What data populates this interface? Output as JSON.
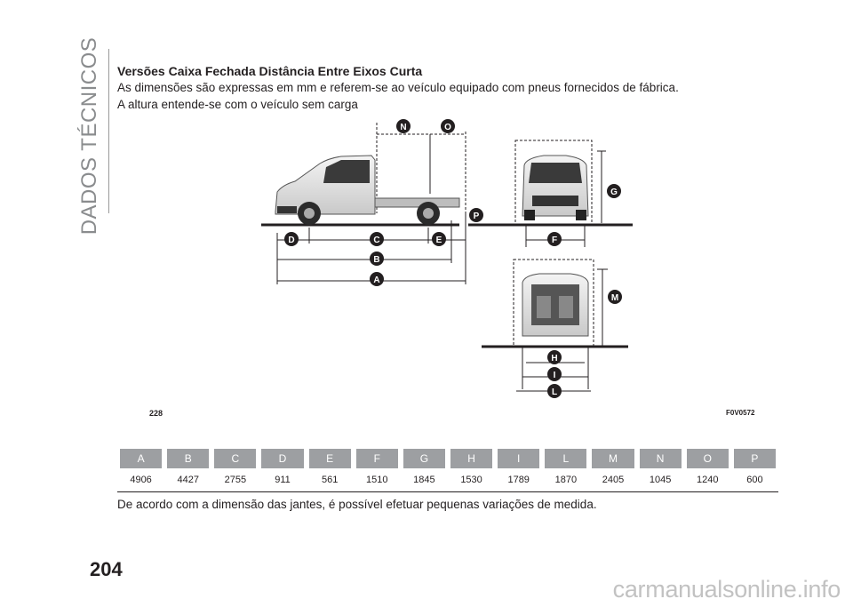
{
  "section_tab": "DADOS TÉCNICOS",
  "heading": "Versões Caixa Fechada Distância Entre Eixos Curta",
  "intro": [
    "As dimensões são expressas em mm e referem-se ao veículo equipado com pneus fornecidos de fábrica.",
    "A altura entende-se com o veículo sem carga"
  ],
  "figure": {
    "number": "228",
    "code": "F0V0572",
    "callouts": {
      "A": "A",
      "B": "B",
      "C": "C",
      "D": "D",
      "E": "E",
      "F": "F",
      "G": "G",
      "H": "H",
      "I": "I",
      "L": "L",
      "M": "M",
      "N": "N",
      "O": "O",
      "P": "P"
    }
  },
  "dimensions_table": {
    "headers": [
      "A",
      "B",
      "C",
      "D",
      "E",
      "F",
      "G",
      "H",
      "I",
      "L",
      "M",
      "N",
      "O",
      "P"
    ],
    "values": [
      "4906",
      "4427",
      "2755",
      "911",
      "561",
      "1510",
      "1845",
      "1530",
      "1789",
      "1870",
      "2405",
      "1045",
      "1240",
      "600"
    ]
  },
  "note": "De acordo com a dimensão das jantes, é possível efetuar pequenas variações de medida.",
  "page_number": "204",
  "watermark": "carmanualsonline.info",
  "colors": {
    "badge": "#231f20",
    "table_header": "#9d9fa2",
    "side_tab": "#8a8c8e"
  }
}
